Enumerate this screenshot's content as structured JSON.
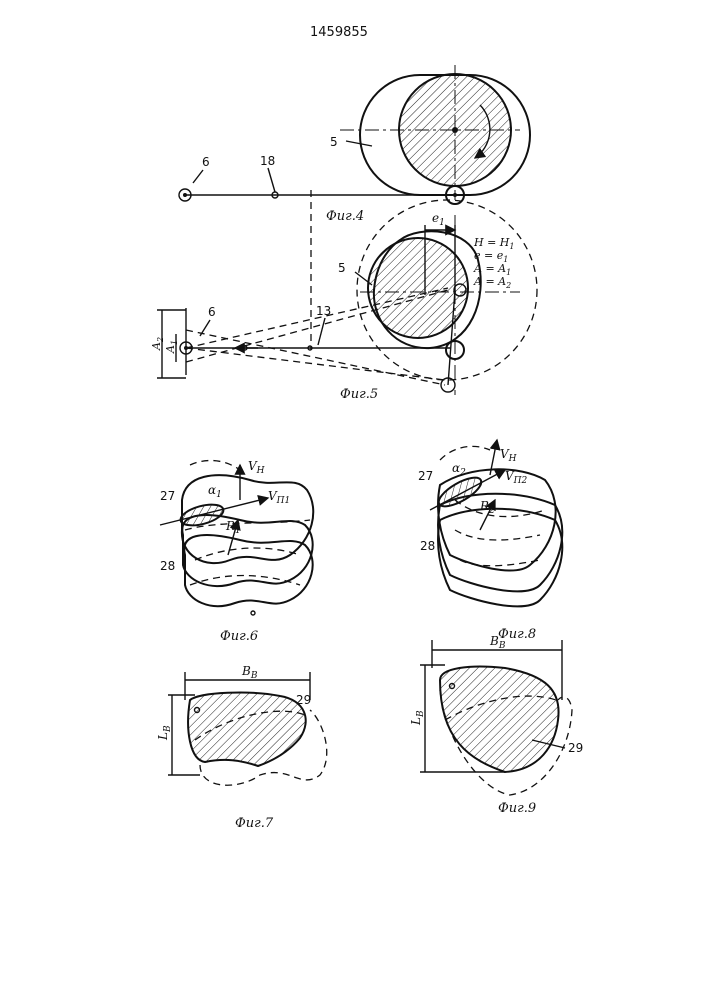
{
  "document": {
    "patent_number": "1459855"
  },
  "figures": {
    "fig4": {
      "caption": "Фиг.4",
      "labels": {
        "roller": "6",
        "point": "18",
        "cam": "5"
      }
    },
    "fig5": {
      "caption": "Фиг.5",
      "labels": {
        "roller": "6",
        "point": "13",
        "cam": "5",
        "e1": "e",
        "e1_sub": "1",
        "A2": "A",
        "A2_sub": "2",
        "A1": "A",
        "A1_sub": "1"
      },
      "legend": [
        {
          "sym": "H",
          "eq": " = H",
          "sub": "1"
        },
        {
          "sym": "e",
          "eq": " = e",
          "sub": "1"
        },
        {
          "sym": "A",
          "eq": " = A",
          "sub": "1"
        },
        {
          "sym": "A",
          "eq": " = A",
          "sub": "2"
        }
      ]
    },
    "fig6": {
      "caption": "Фиг.6",
      "labels": {
        "zone": "27",
        "contour": "28",
        "alpha": "α",
        "alpha_sub": "1",
        "vn": "V",
        "vn_sub": "H",
        "vp": "V",
        "vp_sub": "П1",
        "r": "R",
        "r_sub": "1"
      }
    },
    "fig7": {
      "caption": "Фиг.7",
      "labels": {
        "area": "29",
        "b": "B",
        "b_sub": "B",
        "l": "L",
        "l_sub": "B"
      }
    },
    "fig8": {
      "caption": "Фиг.8",
      "labels": {
        "zone": "27",
        "contour": "28",
        "alpha": "α",
        "alpha_sub": "2",
        "vn": "V",
        "vn_sub": "H",
        "vp": "V",
        "vp_sub": "П2",
        "r": "R",
        "r_sub": "2"
      }
    },
    "fig9": {
      "caption": "Фиг.9",
      "labels": {
        "area": "29",
        "b": "B",
        "b_sub": "B",
        "l": "L",
        "l_sub": "B"
      }
    }
  }
}
